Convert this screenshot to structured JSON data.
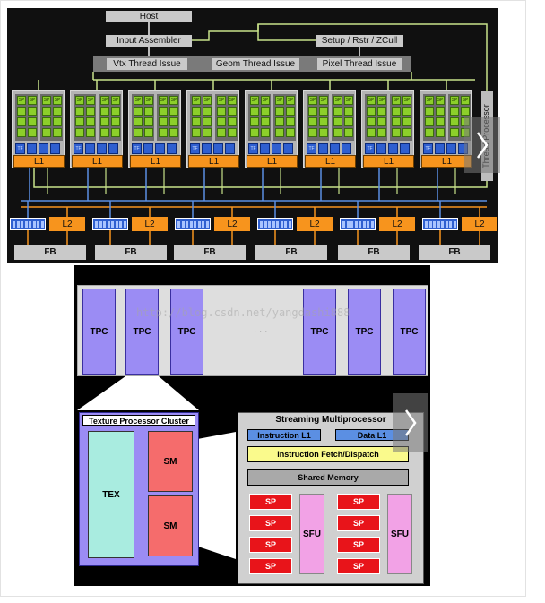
{
  "top_diagram": {
    "host": "Host",
    "input_assembler": "Input Assembler",
    "setup": "Setup / Rstr / ZCull",
    "vtx": "Vtx Thread Issue",
    "geom": "Geom Thread Issue",
    "pixel": "Pixel Thread Issue",
    "thread_processor": "Thread Processor",
    "sp_label": "SP",
    "tf_label": "TF",
    "l1": "L1",
    "l2": "L2",
    "fb": "FB"
  },
  "bottom_diagram": {
    "tpc": "TPC",
    "ellipsis": ". . .",
    "cluster_title": "Texture Processor Cluster",
    "tex": "TEX",
    "sm": "SM",
    "sm_title": "Streaming Multiprocessor",
    "instruction_l1": "Instruction L1",
    "data_l1": "Data L1",
    "fetch": "Instruction Fetch/Dispatch",
    "shared": "Shared Memory",
    "sp": "SP",
    "sfu": "SFU",
    "watermark": "http://blog.csdn.net/yangdashi888"
  },
  "colors": {
    "orange": "#f7941d",
    "sp_green": "#8ccf2a",
    "tf_blue": "#2f5fd0",
    "tpc_purple": "#9b8cf4",
    "tex_teal": "#a9ece0",
    "sm_red": "#f56c6c",
    "sp_red": "#e8141a",
    "sfu_pink": "#f2a2e6",
    "fetch_yellow": "#fafa8c"
  }
}
